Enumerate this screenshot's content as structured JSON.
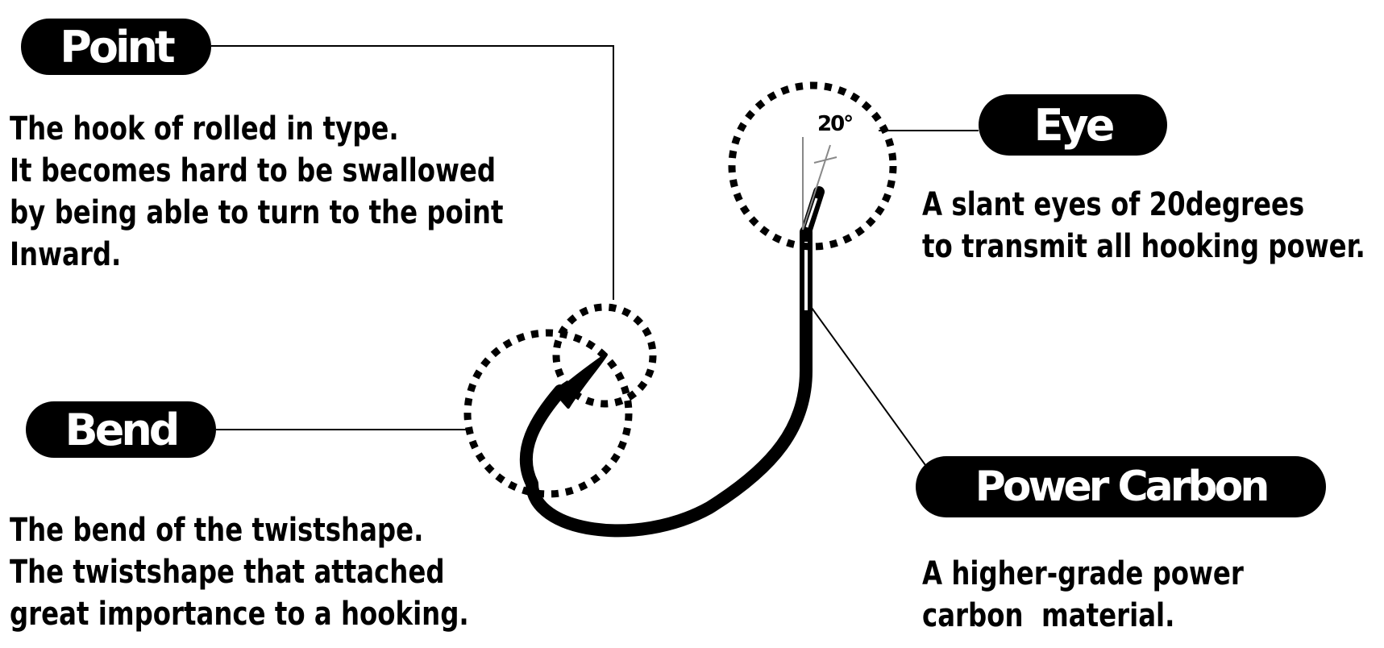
{
  "labels": {
    "point": {
      "title": "Point",
      "description": [
        "The hook of rolled in type.",
        "It becomes hard to be swallowed",
        "by being able to turn to the point",
        "Inward."
      ]
    },
    "bend": {
      "title": "Bend",
      "description": [
        "The bend of the twistshape.",
        "The twistshape that attached",
        "great importance to a hooking."
      ]
    },
    "eye": {
      "title": "Eye",
      "description": [
        "A slant eyes of 20degrees",
        "to transmit all hooking power."
      ]
    },
    "power_carbon": {
      "title": "Power Carbon",
      "description": [
        "A higher-grade power",
        "carbon  material."
      ]
    }
  },
  "eye_angle": "20°",
  "colors": {
    "ink": "#000000",
    "paper": "#ffffff",
    "guide": "#888888"
  }
}
